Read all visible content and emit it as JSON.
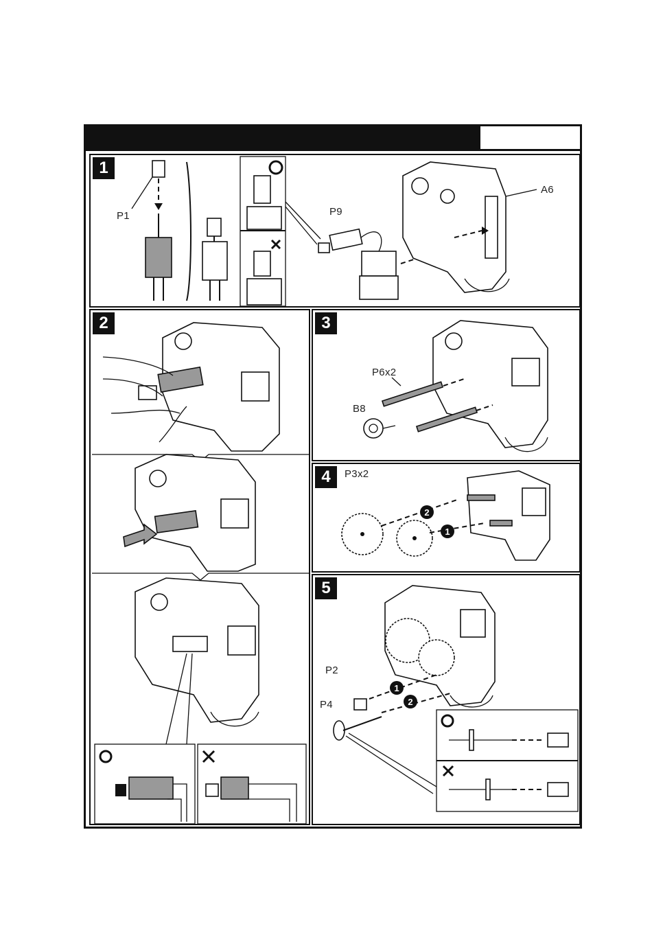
{
  "steps": [
    {
      "number": "1",
      "labels": {
        "p1": "P1",
        "p9": "P9",
        "a6": "A6"
      }
    },
    {
      "number": "2",
      "labels": {}
    },
    {
      "number": "3",
      "labels": {
        "p6": "P6x2",
        "b8": "B8"
      }
    },
    {
      "number": "4",
      "labels": {
        "p3": "P3x2"
      }
    },
    {
      "number": "5",
      "labels": {
        "p2": "P2",
        "p4": "P4"
      }
    }
  ],
  "order_markers": {
    "first": "1",
    "second": "2"
  },
  "icons": {
    "correct": "circle-icon",
    "wrong": "cross-icon",
    "arrow": "arrow-icon"
  },
  "colors": {
    "ink": "#111111",
    "shade": "#999999",
    "paper": "#ffffff"
  }
}
